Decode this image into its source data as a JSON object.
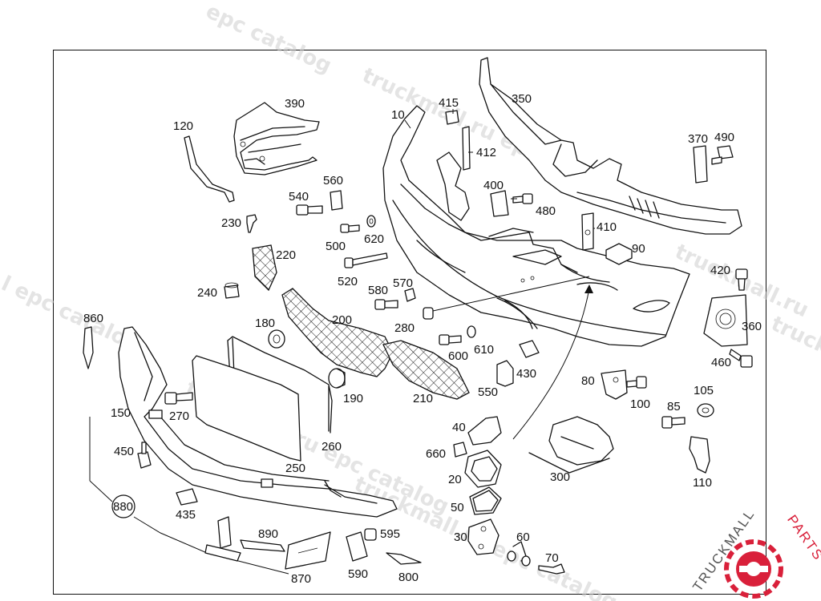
{
  "watermarks": [
    "epc catalog",
    "truckmall.ru epc catalog",
    "truckmall.ru",
    "l epc catalog",
    "truckmall.ru epc catalog",
    "truckmall.ru epc catalog",
    "truckmall.ru e"
  ],
  "brand": {
    "text_dark": "TRUCKMALL",
    "text_accent": "PARTS",
    "accent_color": "#d9203a",
    "icon": "gear-logo-icon"
  },
  "labels": {
    "l10": "10",
    "l20": "20",
    "l30": "30",
    "l40": "40",
    "l50": "50",
    "l60": "60",
    "l70": "70",
    "l80": "80",
    "l85": "85",
    "l90": "90",
    "l100": "100",
    "l105": "105",
    "l110": "110",
    "l120": "120",
    "l150": "150",
    "l180": "180",
    "l190": "190",
    "l200": "200",
    "l210": "210",
    "l220": "220",
    "l230": "230",
    "l240": "240",
    "l250": "250",
    "l260": "260",
    "l270": "270",
    "l280": "280",
    "l300": "300",
    "l350": "350",
    "l360": "360",
    "l370": "370",
    "l390": "390",
    "l400": "400",
    "l410": "410",
    "l412": "412",
    "l415": "415",
    "l420": "420",
    "l430": "430",
    "l435": "435",
    "l450": "450",
    "l460": "460",
    "l480": "480",
    "l490": "490",
    "l500": "500",
    "l520": "520",
    "l540": "540",
    "l550": "550",
    "l560": "560",
    "l570": "570",
    "l580": "580",
    "l590": "590",
    "l595": "595",
    "l600": "600",
    "l610": "610",
    "l620": "620",
    "l660": "660",
    "l800": "800",
    "l860": "860",
    "l870": "870",
    "l880": "880",
    "l890": "890"
  }
}
